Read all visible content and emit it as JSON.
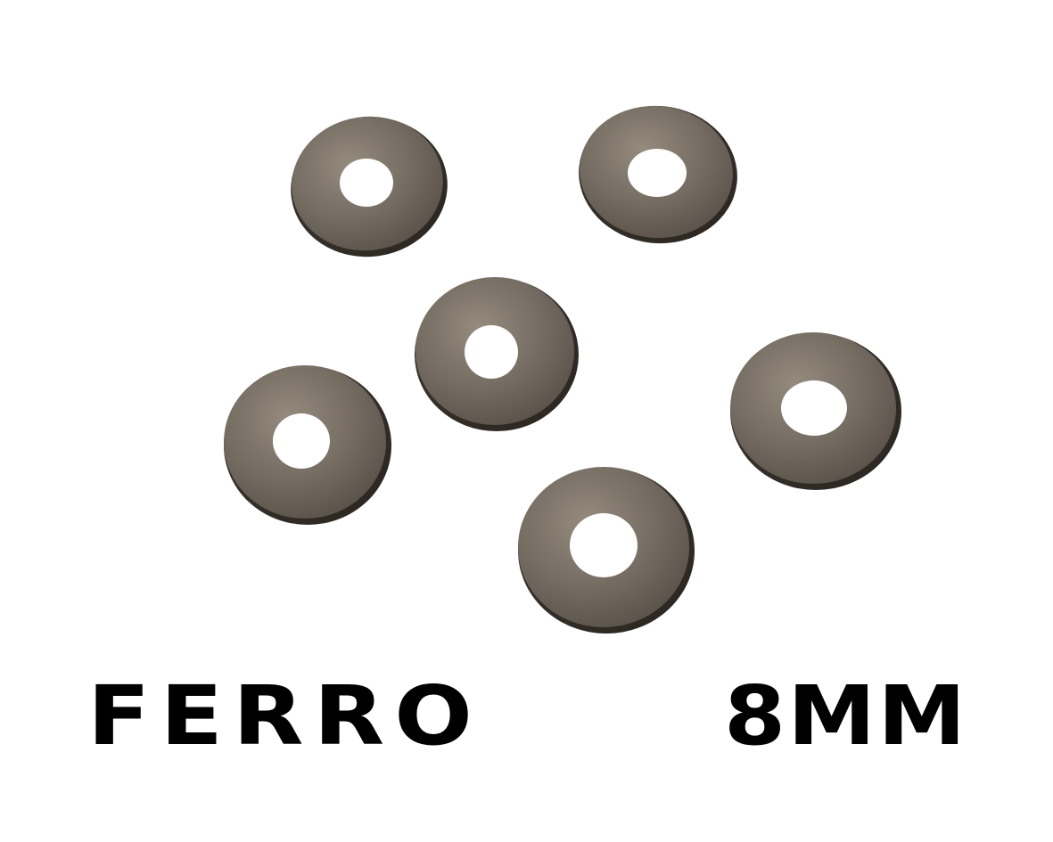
{
  "labels": {
    "material": "FERRO",
    "size": "8MM"
  },
  "colors": {
    "background": "#ffffff",
    "text": "#000000",
    "metal_light": "#8f8578",
    "metal_mid": "#6e665d",
    "metal_dark": "#4a433c"
  },
  "washer_count": 6
}
